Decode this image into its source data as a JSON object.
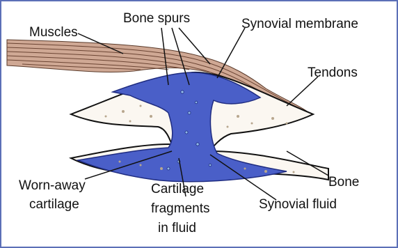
{
  "labels": {
    "muscles": "Muscles",
    "bone_spurs": "Bone spurs",
    "synovial_membrane": "Synovial membrane",
    "tendons": "Tendons",
    "bone": "Bone",
    "worn_line1": "Worn-away",
    "worn_line2": "cartilage",
    "frag_line1": "Cartilage",
    "frag_line2": "fragments",
    "frag_line3": "in fluid",
    "synovial_fluid": "Synovial fluid"
  },
  "colors": {
    "border": "#5b6fb7",
    "fluid": "#4a5fc8",
    "bone": "#fbf7f1",
    "muscle": "#b98a74",
    "outline": "#111111"
  }
}
